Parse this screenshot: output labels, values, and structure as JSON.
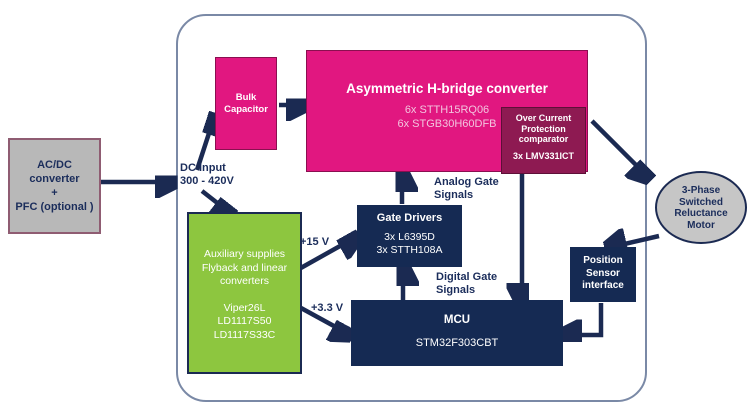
{
  "diagram": {
    "acdc": {
      "lines": [
        "AC/DC",
        "converter",
        "+",
        "PFC (optional )"
      ]
    },
    "dc_input": {
      "line1": "DC Input",
      "line2": "300 - 420V"
    },
    "bulk_capacitor": {
      "line1": "Bulk",
      "line2": "Capacitor"
    },
    "hbridge": {
      "title": "Asymmetric H-bridge converter",
      "part1": "6x STTH15RQ06",
      "part2": "6x STGB30H60DFB"
    },
    "ocp": {
      "title_lines": [
        "Over Current",
        "Protection",
        "comparator"
      ],
      "part": "3x LMV331ICT"
    },
    "aux": {
      "title_lines": [
        "Auxiliary supplies",
        "Flyback and linear",
        "converters"
      ],
      "parts": [
        "Viper26L",
        "LD1117S50",
        "LD1117S33C"
      ]
    },
    "gate_drivers": {
      "title": "Gate Drivers",
      "parts": [
        "3x L6395D",
        "3x STTH108A"
      ]
    },
    "mcu": {
      "title": "MCU",
      "part": "STM32F303CBT"
    },
    "position_sensor": {
      "lines": [
        "Position",
        "Sensor",
        "interface"
      ]
    },
    "motor": {
      "lines": [
        "3-Phase",
        "Switched",
        "Reluctance",
        "Motor"
      ]
    },
    "labels": {
      "plus15": "+15 V",
      "plus33": "+3.3 V",
      "analog_line1": "Analog Gate",
      "analog_line2": "Signals",
      "digital_line1": "Digital Gate",
      "digital_line2": "Signals"
    },
    "colors": {
      "magenta": "#E11780",
      "dark_maroon": "#8E1A52",
      "navy": "#152A53",
      "green": "#8DC63F",
      "gray_block": "#B8B8B8",
      "motor_gray": "#C6C6C6",
      "frame_border": "#7A89A6",
      "arrow": "#1B2A52"
    }
  }
}
